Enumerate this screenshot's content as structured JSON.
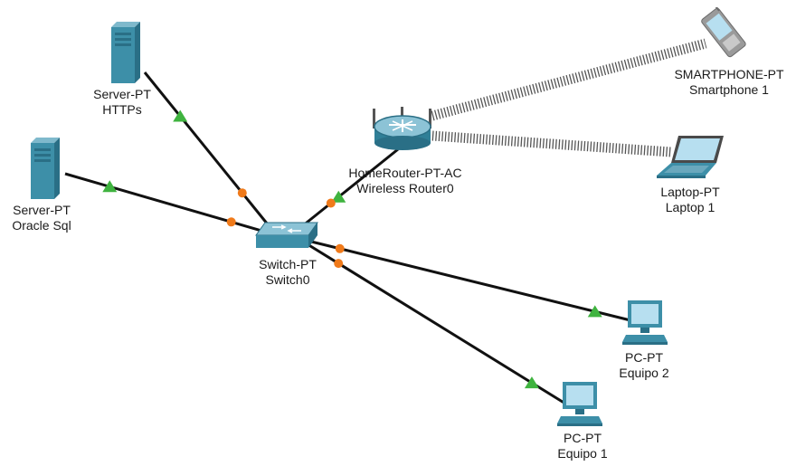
{
  "devices": [
    {
      "id": "server_https",
      "line1": "Server-PT",
      "line2": "HTTPs",
      "icon": "server-icon"
    },
    {
      "id": "server_oracle",
      "line1": "Server-PT",
      "line2": "Oracle Sql",
      "icon": "server-icon"
    },
    {
      "id": "router",
      "line1": "HomeRouter-PT-AC",
      "line2": "Wireless Router0",
      "icon": "wireless-router-icon"
    },
    {
      "id": "switch",
      "line1": "Switch-PT",
      "line2": "Switch0",
      "icon": "switch-icon"
    },
    {
      "id": "smartphone",
      "line1": "SMARTPHONE-PT",
      "line2": "Smartphone 1",
      "icon": "smartphone-icon"
    },
    {
      "id": "laptop",
      "line1": "Laptop-PT",
      "line2": "Laptop 1",
      "icon": "laptop-icon"
    },
    {
      "id": "pc2",
      "line1": "PC-PT",
      "line2": "Equipo 2",
      "icon": "pc-icon"
    },
    {
      "id": "pc1",
      "line1": "PC-PT",
      "line2": "Equipo 1",
      "icon": "pc-icon"
    }
  ],
  "links": [
    {
      "from": "server_https",
      "to": "switch",
      "type": "ethernet",
      "status_from": "up",
      "status_to": "orange"
    },
    {
      "from": "server_oracle",
      "to": "switch",
      "type": "ethernet",
      "status_from": "up",
      "status_to": "orange"
    },
    {
      "from": "router",
      "to": "switch",
      "type": "ethernet",
      "status_from": "up",
      "status_to": "orange"
    },
    {
      "from": "switch",
      "to": "pc2",
      "type": "ethernet",
      "status_from": "orange",
      "status_to": "up"
    },
    {
      "from": "switch",
      "to": "pc1",
      "type": "ethernet",
      "status_from": "orange",
      "status_to": "up"
    },
    {
      "from": "router",
      "to": "smartphone",
      "type": "wireless"
    },
    {
      "from": "router",
      "to": "laptop",
      "type": "wireless"
    }
  ],
  "colors": {
    "link": "#111111",
    "status_up": "#3fb33f",
    "status_orange": "#f07a1a",
    "device_teal": "#3d8fa8"
  }
}
